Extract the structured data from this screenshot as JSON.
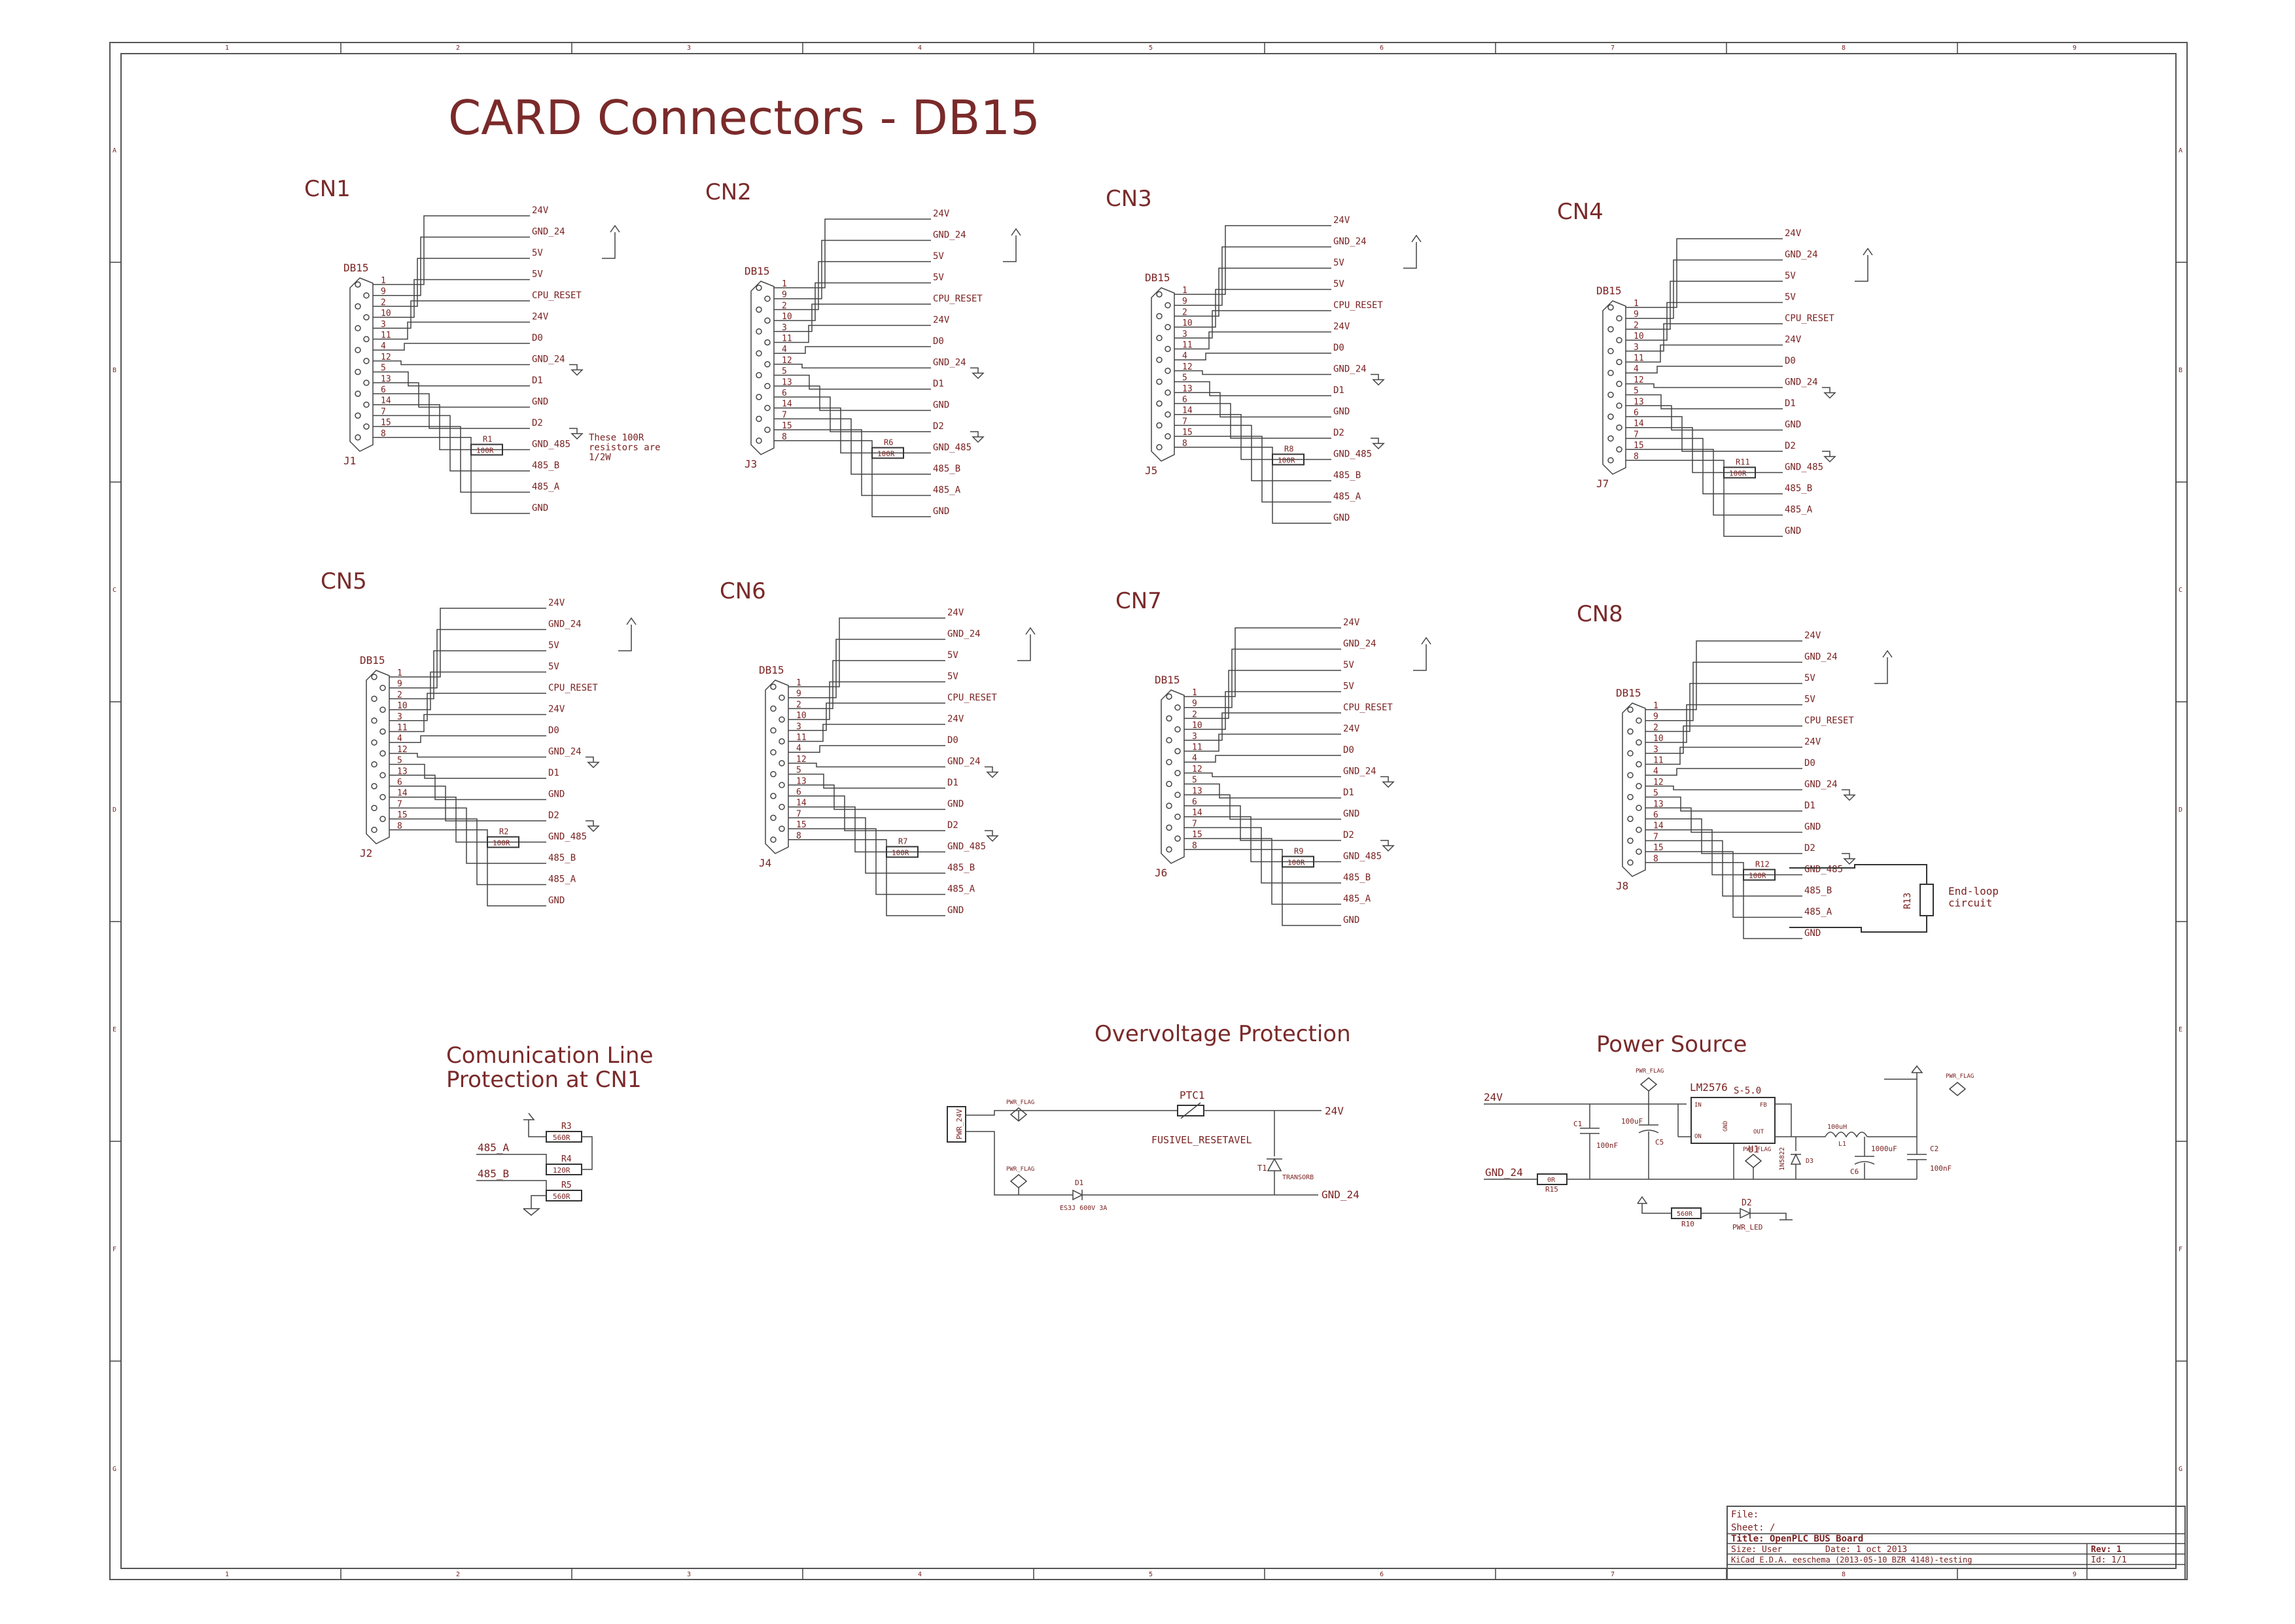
{
  "sheet": {
    "title": "CARD Connectors - DB15",
    "column_labels": [
      "1",
      "2",
      "3",
      "4",
      "5",
      "6",
      "7",
      "8",
      "9"
    ],
    "row_labels": [
      "A",
      "B",
      "C",
      "D",
      "E",
      "F",
      "G"
    ]
  },
  "connectors": [
    {
      "name": "CN1",
      "ref": "J1",
      "type": "DB15",
      "resistor": "R1",
      "resistor_value": "100R",
      "note": [
        "These 100R",
        "resistors are",
        "1/2W"
      ]
    },
    {
      "name": "CN2",
      "ref": "J3",
      "type": "DB15",
      "resistor": "R6",
      "resistor_value": "100R"
    },
    {
      "name": "CN3",
      "ref": "J5",
      "type": "DB15",
      "resistor": "R8",
      "resistor_value": "100R"
    },
    {
      "name": "CN4",
      "ref": "J7",
      "type": "DB15",
      "resistor": "R11",
      "resistor_value": "100R"
    },
    {
      "name": "CN5",
      "ref": "J2",
      "type": "DB15",
      "resistor": "R2",
      "resistor_value": "100R"
    },
    {
      "name": "CN6",
      "ref": "J4",
      "type": "DB15",
      "resistor": "R7",
      "resistor_value": "100R"
    },
    {
      "name": "CN7",
      "ref": "J6",
      "type": "DB15",
      "resistor": "R9",
      "resistor_value": "100R"
    },
    {
      "name": "CN8",
      "ref": "J8",
      "type": "DB15",
      "resistor": "R12",
      "resistor_value": "100R",
      "end_loop": {
        "ref": "R13",
        "note": [
          "End-loop",
          "circuit"
        ]
      }
    }
  ],
  "pin_numbers": [
    "1",
    "9",
    "2",
    "10",
    "3",
    "11",
    "4",
    "12",
    "5",
    "13",
    "6",
    "14",
    "7",
    "15",
    "8"
  ],
  "signal_labels": [
    "24V",
    "GND_24",
    "5V",
    "5V",
    "CPU_RESET",
    "24V",
    "D0",
    "GND_24",
    "D1",
    "GND",
    "D2",
    "GND_485",
    "485_B",
    "485_A",
    "GND"
  ],
  "comm_protection": {
    "title_line1": "Comunication Line",
    "title_line2": "Protection at CN1",
    "nets": [
      "485_A",
      "485_B"
    ],
    "resistors": [
      {
        "ref": "R3",
        "value": "560R"
      },
      {
        "ref": "R4",
        "value": "120R"
      },
      {
        "ref": "R5",
        "value": "560R"
      }
    ]
  },
  "overvoltage": {
    "title": "Overvoltage Protection",
    "ptc_ref": "PTC1",
    "ptc_value": "FUSIVEL_RESETAVEL",
    "connector": "PWR_24V",
    "diode_ref": "D1",
    "diode_value": "ES3J 600V 3A",
    "tvs_ref": "T1",
    "tvs_value": "TRANSORB",
    "net_out": "24V",
    "net_gnd": "GND_24",
    "flag": "PWR_FLAG"
  },
  "power_source": {
    "title": "Power Source",
    "net_in": "24V",
    "net_gnd": "GND_24",
    "regulator": "LM2576",
    "regulator_variant": "S-5.0",
    "regulator_ref": "U1",
    "pins": {
      "in": "IN",
      "fb": "FB",
      "out": "OUT",
      "on": "ON",
      "gnd": "GND"
    },
    "caps": [
      {
        "ref": "C1",
        "value": "100nF"
      },
      {
        "ref": "C5",
        "value": "100uF"
      },
      {
        "ref": "C6",
        "value": "1000uF"
      },
      {
        "ref": "C2",
        "value": "100nF"
      }
    ],
    "inductor": {
      "ref": "L1",
      "value": "100uH"
    },
    "schottky": "D3",
    "schottky_value": "1N5822",
    "r_gnd": {
      "ref": "R15",
      "value": "0R"
    },
    "r_led": {
      "ref": "R10",
      "value": "560R"
    },
    "led": {
      "ref": "D2",
      "value": "PWR_LED"
    },
    "flag": "PWR_FLAG"
  },
  "title_block": {
    "file": "File:",
    "sheet": "Sheet: /",
    "title": "Title: OpenPLC BUS Board",
    "size": "Size: User",
    "date": "Date: 1 oct 2013",
    "rev": "Rev: 1",
    "tool": "KiCad E.D.A.  eeschema (2013-05-10 BZR 4148)-testing",
    "id": "Id: 1/1"
  }
}
